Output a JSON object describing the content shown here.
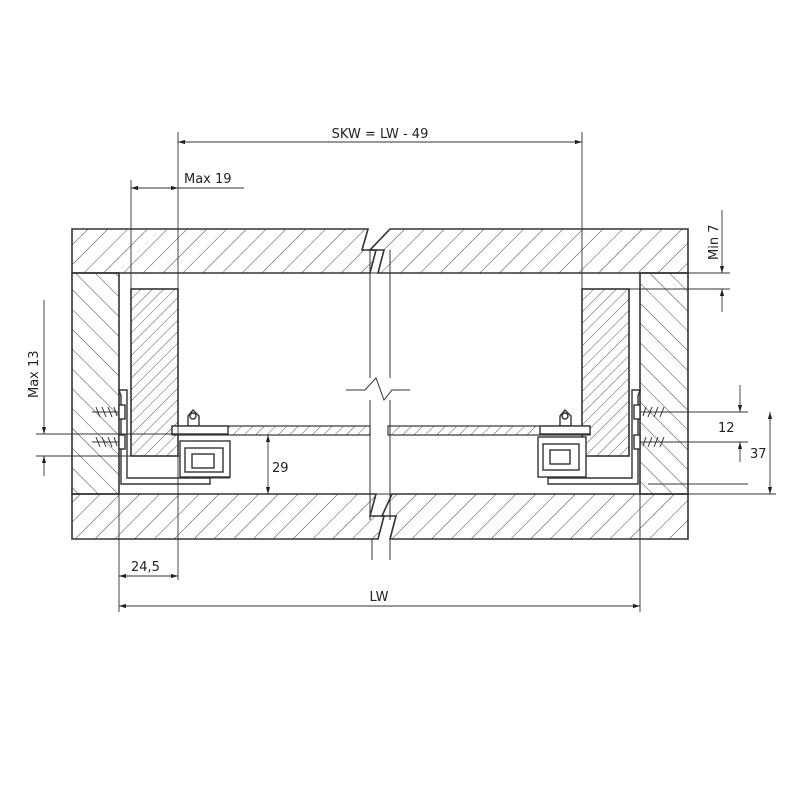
{
  "drawing": {
    "labels": {
      "skw": "SKW = LW - 49",
      "max19": "Max 19",
      "min7": "Min 7",
      "max13": "Max 13",
      "d12": "12",
      "d37": "37",
      "d29": "29",
      "d245": "24,5",
      "lw": "LW"
    }
  }
}
